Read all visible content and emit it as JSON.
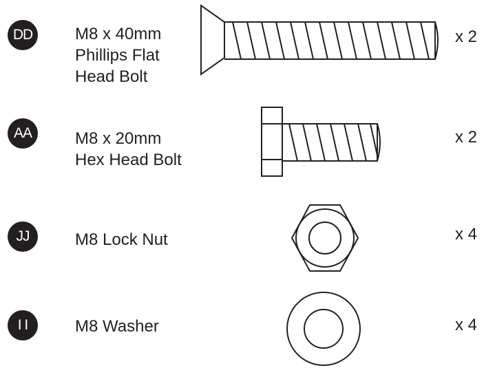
{
  "parts": [
    {
      "id": "DD",
      "description_lines": [
        "M8 x 40mm",
        "Phillips Flat",
        "Head Bolt"
      ],
      "quantity": "x 2",
      "icon": "flat-head-bolt-icon"
    },
    {
      "id": "AA",
      "description_lines": [
        "M8 x 20mm",
        "Hex Head Bolt"
      ],
      "quantity": "x 2",
      "icon": "hex-head-bolt-icon"
    },
    {
      "id": "JJ",
      "description_lines": [
        "M8 Lock Nut"
      ],
      "quantity": "x 4",
      "icon": "lock-nut-icon"
    },
    {
      "id": "I I",
      "description_lines": [
        "M8 Washer"
      ],
      "quantity": "x 4",
      "icon": "washer-icon"
    }
  ],
  "colors": {
    "ink": "#231f20",
    "background": "#ffffff"
  }
}
